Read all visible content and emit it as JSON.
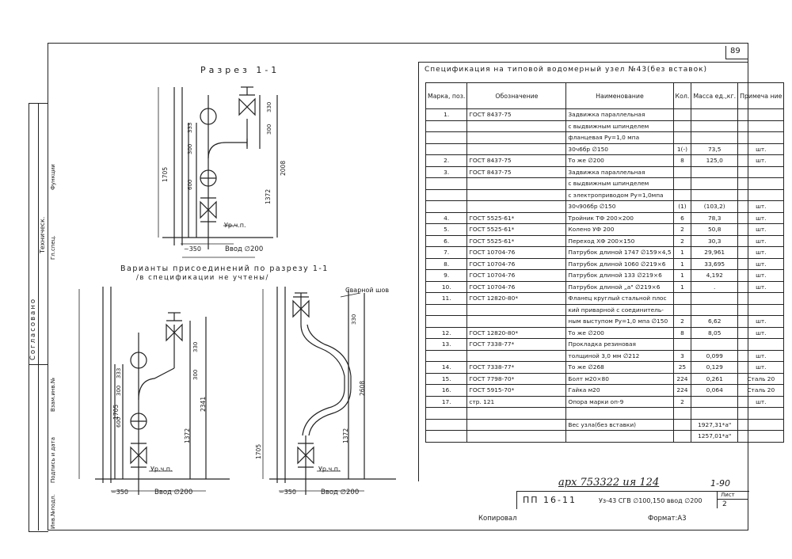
{
  "page_number": "89",
  "section_title": "Разрез 1-1",
  "variants_title": "Варианты присоединений по разрезу 1-1",
  "variants_note": "/в спецификации не учтены/",
  "spec_title": "Спецификация на типовой водомерный узел №43(без вставок)",
  "drawing_labels": {
    "dim_1705": "1705",
    "dim_2008": "2008",
    "dim_1372": "1372",
    "dim_600": "600",
    "dim_300": "300",
    "dim_333": "333",
    "dim_330": "330",
    "dim_2341": "2341",
    "dim_2608": "2608",
    "dim_350": "~350",
    "vvod": "Ввод ∅200",
    "urchp": "Ур.ч.п.",
    "svarnoy_shov": "Сварной шов"
  },
  "left_stamp": {
    "soglasovano": "Согласовано",
    "tehnicheskiy": "Техническ.",
    "kontroler": "Гл.спец.",
    "funkcii": "Функции",
    "inv_podl": "Инв.№подл.",
    "podpis": "Подпись и дата",
    "vzam": "Взам.инв.№"
  },
  "spec_headers": [
    "Марка, поз.",
    "Обозначение",
    "Наименование",
    "Кол.",
    "Масса ед.,кг.",
    "Примеча ние"
  ],
  "spec_rows": [
    [
      "1.",
      "ГОСТ 8437-75",
      "Задвижка параллельная",
      "",
      "",
      ""
    ],
    [
      "",
      "",
      "с выдвижным шпинделем",
      "",
      "",
      ""
    ],
    [
      "",
      "",
      "фланцевая Ру=1,0 мпа",
      "",
      "",
      ""
    ],
    [
      "",
      "",
      "30ч6бр      ∅150",
      "1(-)",
      "73,5",
      "шт."
    ],
    [
      "2.",
      "ГОСТ 8437-75",
      "То же         ∅200",
      "8",
      "125,0",
      "шт."
    ],
    [
      "3.",
      "ГОСТ 8437-75",
      "Задвижка параллельная",
      "",
      "",
      ""
    ],
    [
      "",
      "",
      "с выдвижным шпинделем",
      "",
      "",
      ""
    ],
    [
      "",
      "",
      "с электроприводом Ру=1,0мпа",
      "",
      "",
      ""
    ],
    [
      "",
      "",
      "30ч906бр      ∅150",
      "(1)",
      "(103,2)",
      "шт."
    ],
    [
      "4.",
      "ГОСТ 5525-61*",
      "Тройник ТФ 200×200",
      "6",
      "78,3",
      "шт."
    ],
    [
      "5.",
      "ГОСТ 5525-61*",
      "Колено УФ  200",
      "2",
      "50,8",
      "шт."
    ],
    [
      "6.",
      "ГОСТ 5525-61*",
      "Переход ХФ 200×150",
      "2",
      "30,3",
      "шт."
    ],
    [
      "7.",
      "ГОСТ 10704-76",
      "Патрубок длиной 1747 ∅159×4,5",
      "1",
      "29,961",
      "шт."
    ],
    [
      "8.",
      "ГОСТ 10704-76",
      "Патрубок длиной 1060 ∅219×6",
      "1",
      "33,695",
      "шт."
    ],
    [
      "9.",
      "ГОСТ 10704-76",
      "Патрубок длиной 133 ∅219×6",
      "1",
      "4,192",
      "шт."
    ],
    [
      "10.",
      "ГОСТ 10704-76",
      "Патрубок длиной „а\" ∅219×6",
      "1",
      ".",
      "шт."
    ],
    [
      "11.",
      "ГОСТ 12820-80*",
      "Фланец круглый стальной плос",
      "",
      "",
      ""
    ],
    [
      "",
      "",
      "кий приварной с соединитель-",
      "",
      "",
      ""
    ],
    [
      "",
      "",
      "ным выступом Ру=1,0 мпа ∅150",
      "2",
      "6,62",
      "шт."
    ],
    [
      "12.",
      "ГОСТ 12820-80*",
      "То же         ∅200",
      "8",
      "8,05",
      "шт."
    ],
    [
      "13.",
      "ГОСТ 7338-77*",
      "Прокладка резиновая",
      "",
      "",
      ""
    ],
    [
      "",
      "",
      "толщиной 3,0 мм   ∅212",
      "3",
      "0,099",
      "шт."
    ],
    [
      "14.",
      "ГОСТ 7338-77*",
      "То же         ∅268",
      "25",
      "0,129",
      "шт."
    ],
    [
      "15.",
      "ГОСТ 7798-70*",
      "Болт м20×80",
      "224",
      "0,261",
      "Сталь 20"
    ],
    [
      "16.",
      "ГОСТ 5915-70*",
      "Гайка м20",
      "224",
      "0,064",
      "Сталь 20"
    ],
    [
      "17.",
      "стр. 121",
      "Опора марки оп-9",
      "2",
      "",
      "шт."
    ],
    [
      "",
      "",
      "",
      "",
      "",
      ""
    ],
    [
      "",
      "",
      "Вес узла(без вставки)",
      "",
      "1927,31*а\"",
      ""
    ],
    [
      "",
      "",
      "",
      "",
      "1257,01*а\"",
      ""
    ]
  ],
  "handwritten_code": "арх 753322 ия 124",
  "sheet_code": "1-90",
  "doc_code": "ПП 16-11",
  "doc_desc": "Уз-43 СГВ ∅100,150 ввод ∅200",
  "list_label": "Лист",
  "list_number": "2",
  "kopiroval": "Копировал",
  "format": "Формат:А3"
}
